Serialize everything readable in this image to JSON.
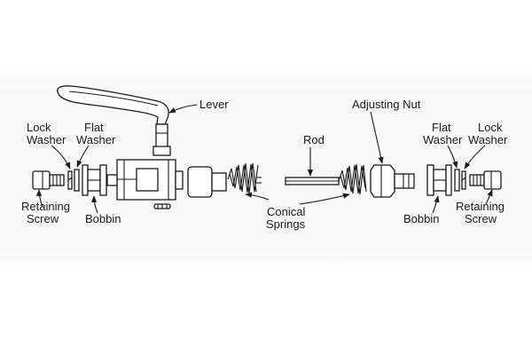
{
  "labels": {
    "lever": "Lever",
    "adjusting_nut": "Adjusting Nut",
    "rod": "Rod",
    "lock_washer_left": [
      "Lock",
      "Washer"
    ],
    "flat_washer_left": [
      "Flat",
      "Washer"
    ],
    "retaining_screw_left": [
      "Retaining",
      "Screw"
    ],
    "bobbin_left": "Bobbin",
    "conical_springs": [
      "Conical",
      "Springs"
    ],
    "flat_washer_right": [
      "Flat",
      "Washer"
    ],
    "lock_washer_right": [
      "Lock",
      "Washer"
    ],
    "bobbin_right": "Bobbin",
    "retaining_screw_right": [
      "Retaining",
      "Screw"
    ]
  },
  "colors": {
    "line": "#1a1a1a",
    "fill": "#ffffff",
    "band": "#f8f8f8"
  }
}
